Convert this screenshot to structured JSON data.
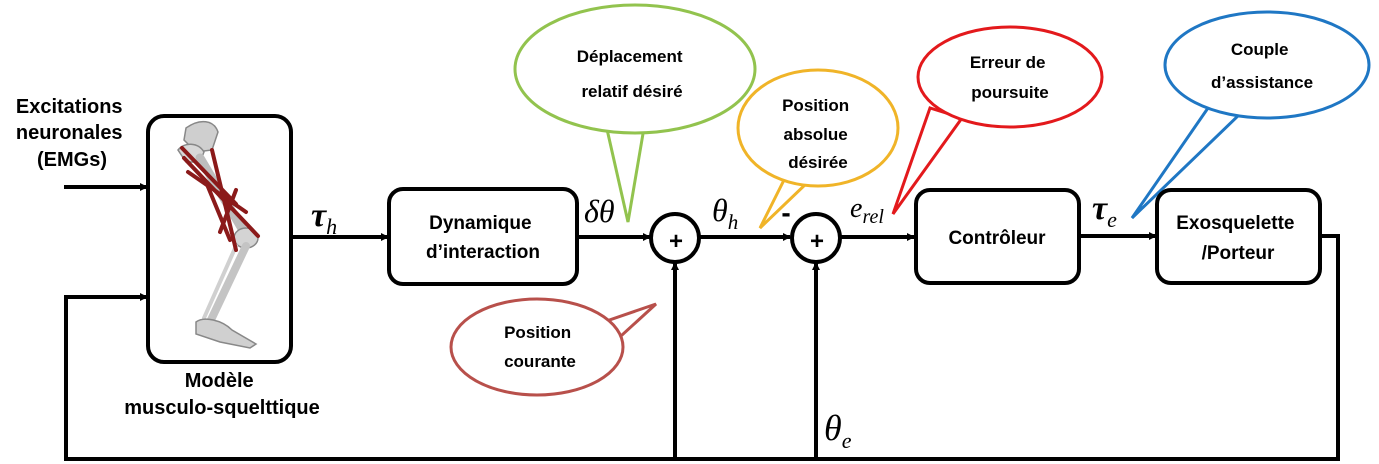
{
  "inputs": {
    "excitations": [
      "Excitations",
      "neuronales",
      "(EMGs)"
    ]
  },
  "blocks": {
    "model_caption": [
      "Modèle",
      "musculo-squelttique"
    ],
    "dynamique": [
      "Dynamique",
      "d’interaction"
    ],
    "controleur": "Contrôleur",
    "exosquelette": [
      "Exosquelette",
      "/Porteur"
    ]
  },
  "summing": {
    "plus_1": "+",
    "plus_2": "+",
    "minus_2": "-"
  },
  "signals": {
    "tau_h": {
      "main": "τ",
      "sub": "h"
    },
    "delta_theta": "δθ",
    "theta_h": {
      "main": "θ",
      "sub": "h"
    },
    "e_rel": {
      "main": "e",
      "sub": "rel"
    },
    "tau_e": {
      "main": "τ",
      "sub": "e"
    },
    "theta_e": {
      "main": "θ",
      "sub": "e"
    }
  },
  "callouts": {
    "deplacement": {
      "lines": [
        "Déplacement",
        "relatif  désiré"
      ],
      "color": "#92c34e"
    },
    "position_absolue": {
      "lines": [
        "Position",
        "absolue",
        "désirée"
      ],
      "color": "#f0b428"
    },
    "erreur": {
      "lines": [
        "Erreur de",
        "poursuite"
      ],
      "color": "#e3191c"
    },
    "couple": {
      "lines": [
        "Couple",
        "d’assistance"
      ],
      "color": "#1f77c4"
    },
    "position_courante": {
      "lines": [
        "Position",
        "courante"
      ],
      "color": "#b8504b"
    }
  }
}
